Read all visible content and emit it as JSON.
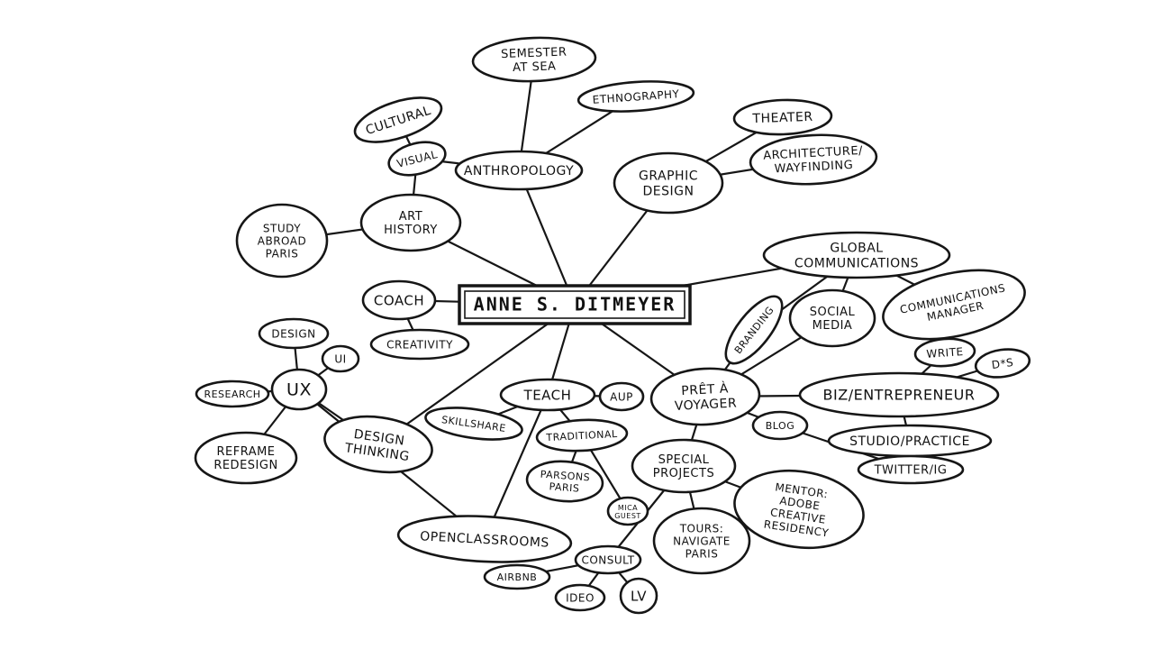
{
  "center": "ANNE S. DITMEYER",
  "nodes": {
    "semester": [
      "SEMESTER",
      "AT SEA"
    ],
    "ethnography": [
      "ETHNOGRAPHY"
    ],
    "cultural": [
      "CULTURAL"
    ],
    "visual": [
      "VISUAL"
    ],
    "anthropology": [
      "ANTHROPOLOGY"
    ],
    "theater": [
      "THEATER"
    ],
    "architecture": [
      "ARCHITECTURE/",
      "WAYFINDING"
    ],
    "graphic": [
      "GRAPHIC",
      "DESIGN"
    ],
    "study": [
      "STUDY",
      "ABROAD",
      "PARIS"
    ],
    "arthistory": [
      "ART",
      "HISTORY"
    ],
    "global": [
      "GLOBAL",
      "COMMUNICATIONS"
    ],
    "coach": [
      "COACH"
    ],
    "creativity": [
      "CREATIVITY"
    ],
    "branding": [
      "BRANDING"
    ],
    "social": [
      "SOCIAL",
      "MEDIA"
    ],
    "commsmanager": [
      "COMMUNICATIONS",
      "MANAGER"
    ],
    "design": [
      "DESIGN"
    ],
    "ui": [
      "UI"
    ],
    "ux": [
      "UX"
    ],
    "research": [
      "RESEARCH"
    ],
    "write": [
      "WRITE"
    ],
    "dxs": [
      "D*S"
    ],
    "teach": [
      "TEACH"
    ],
    "aup": [
      "AUP"
    ],
    "pret": [
      "PRÊT À",
      "VOYAGER"
    ],
    "biz": [
      "BIZ/ENTREPRENEUR"
    ],
    "skillshare": [
      "SKILLSHARE"
    ],
    "traditional": [
      "TRADITIONAL"
    ],
    "blog": [
      "BLOG"
    ],
    "reframe": [
      "REFRAME",
      "REDESIGN"
    ],
    "designthinking": [
      "DESIGN",
      "THINKING"
    ],
    "studio": [
      "STUDIO/PRACTICE"
    ],
    "parsons": [
      "PARSONS",
      "PARIS"
    ],
    "special": [
      "SPECIAL",
      "PROJECTS"
    ],
    "twitter": [
      "TWITTER/IG"
    ],
    "mentor": [
      "MENTOR:",
      "ADOBE",
      "CREATIVE",
      "RESIDENCY"
    ],
    "mica": [
      "MICA",
      "GUEST"
    ],
    "openclassrooms": [
      "OPENCLASSROOMS"
    ],
    "tours": [
      "TOURS:",
      "NAVIGATE",
      "PARIS"
    ],
    "consult": [
      "CONSULT"
    ],
    "airbnb": [
      "AIRBNB"
    ],
    "ideo": [
      "IDEO"
    ],
    "lv": [
      "LV"
    ]
  }
}
